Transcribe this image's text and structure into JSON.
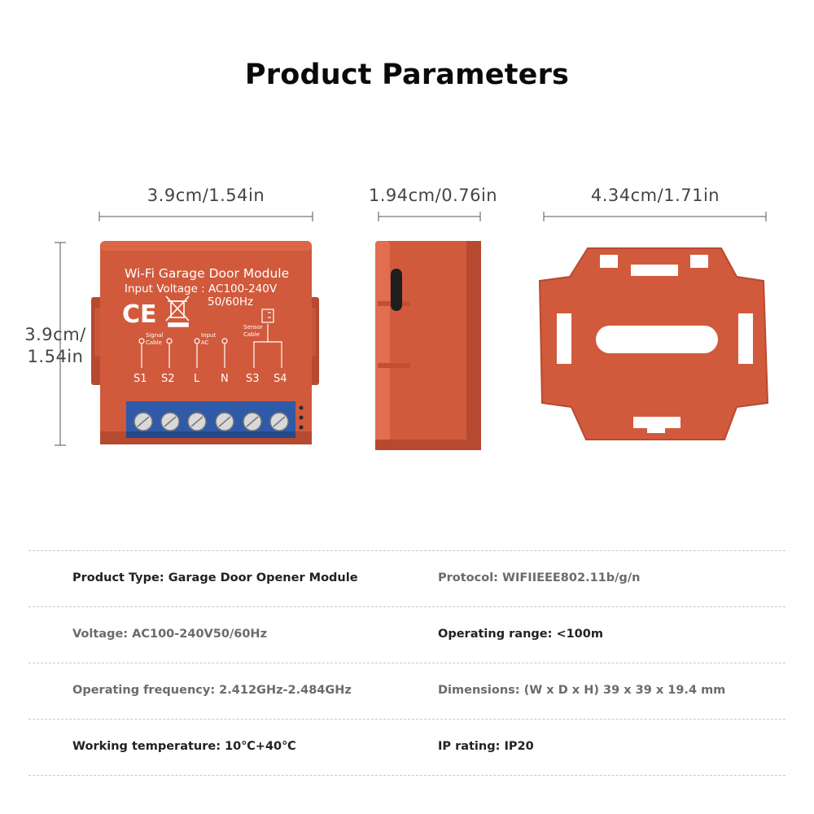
{
  "title": "Product Parameters",
  "dimensions": {
    "front_width": "3.9cm/1.54in",
    "side_depth": "1.94cm/0.76in",
    "bracket_width": "4.34cm/1.71in",
    "front_height_line1": "3.9cm/",
    "front_height_line2": "1.54in"
  },
  "module_label": {
    "name": "Wi-Fi Garage Door Module",
    "voltage_line": "Input Voltage : AC100-240V",
    "frequency_line": "50/60Hz",
    "ce_mark": "CE",
    "signal_cable": [
      "Signal",
      "Cable"
    ],
    "input_ac": [
      "Input",
      "AC"
    ],
    "sensor_cable": [
      "Sensor",
      "Cable"
    ],
    "terminals": [
      "S1",
      "S2",
      "L",
      "N",
      "S3",
      "S4"
    ]
  },
  "specs": [
    {
      "left": "Product Type: Garage Door Opener Module",
      "right": "Protocol: WIFIIEEE802.11b/g/n"
    },
    {
      "left": "Voltage: AC100-240V50/60Hz",
      "right": "Operating range: <100m"
    },
    {
      "left": "Operating frequency: 2.412GHz-2.484GHz",
      "right": "Dimensions: (W x D x H) 39 x 39 x 19.4 mm"
    },
    {
      "left": "Working temperature: 10℃+40℃",
      "right": "IP rating: IP20"
    }
  ],
  "colors": {
    "housing": "#d15a3c",
    "housing_dark": "#b64a30",
    "terminal_block": "#2f5aa8",
    "spec_dark": "#222222",
    "spec_gray": "#6b6b6b"
  }
}
